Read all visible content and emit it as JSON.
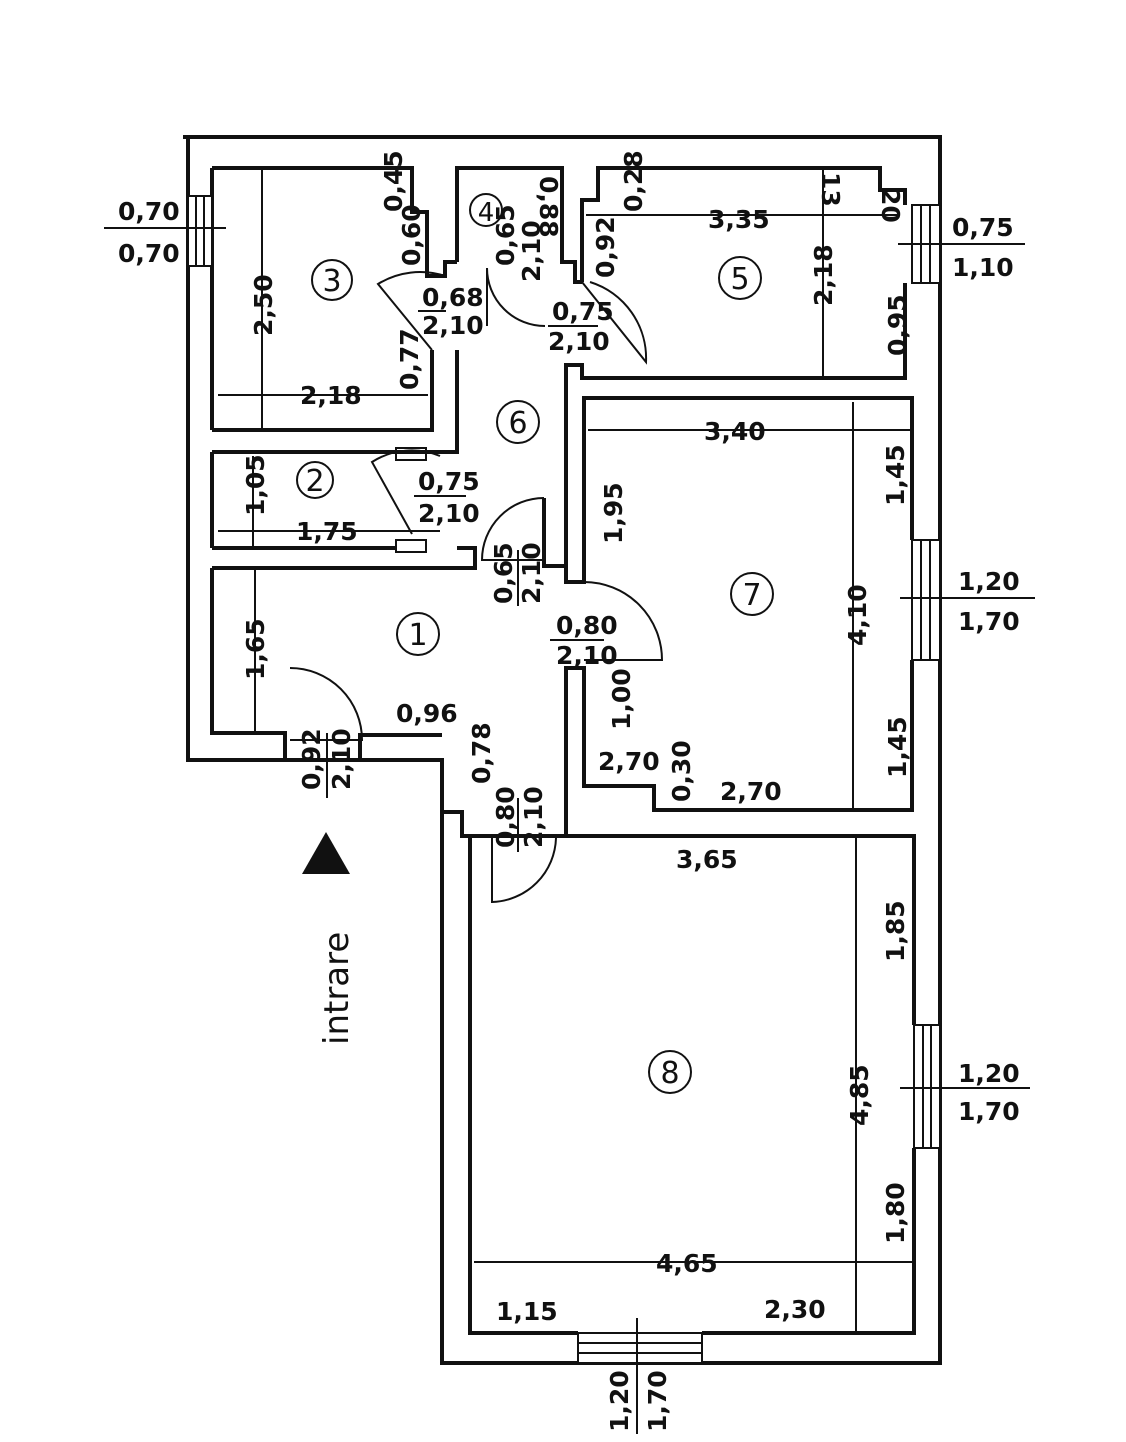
{
  "rooms": [
    "1",
    "2",
    "3",
    "4",
    "5",
    "6",
    "7",
    "8"
  ],
  "entrance": "intrare",
  "dimensions": {
    "r3_height": "2,50",
    "r3_width": "2,18",
    "r3_a": "0,45",
    "r3_b": "0,60",
    "r3_c": "0,77",
    "r2_height": "1,05",
    "r2_width": "1,75",
    "r1_height": "1,65",
    "r1_width": "0,96",
    "r1_b": "0,78",
    "r4_a": "0,88",
    "r5_width": "3,35",
    "r5_height": "2,18",
    "r5_a": "0,28",
    "r5_b": "0,92",
    "r5_c": "13",
    "r5_d": "20",
    "r5_e": "0,95",
    "r6_a": "1,95",
    "r7_width": "3,40",
    "r7_height": "4,10",
    "r7_a": "1,45",
    "r7_b": "1,45",
    "r7_c": "1,00",
    "r7_d": "2,70",
    "r7_e": "0,30",
    "r7_f": "2,70",
    "r8_top": "3,65",
    "r8_a": "1,85",
    "r8_height": "4,85",
    "r8_b": "1,80",
    "r8_width": "4,65",
    "r8_c": "1,15",
    "r8_d": "2,30"
  },
  "doors": {
    "d3_w": "0,68",
    "d3_h": "2,10",
    "d4_w": "0,65",
    "d4_h": "2,10",
    "d5_w": "0,75",
    "d5_h": "2,10",
    "d2_w": "0,75",
    "d2_h": "2,10",
    "d6_w": "0,65",
    "d6_h": "2,10",
    "d7_w": "0,80",
    "d7_h": "2,10",
    "d_entry_w": "0,92",
    "d_entry_h": "2,10",
    "d8_w": "0,80",
    "d8_h": "2,10"
  },
  "windows": {
    "w3_w": "0,70",
    "w3_h": "0,70",
    "w5_w": "0,75",
    "w5_h": "1,10",
    "w7_w": "1,20",
    "w7_h": "1,70",
    "w8r_w": "1,20",
    "w8r_h": "1,70",
    "w8b_w": "1,20",
    "w8b_h": "1,70"
  }
}
